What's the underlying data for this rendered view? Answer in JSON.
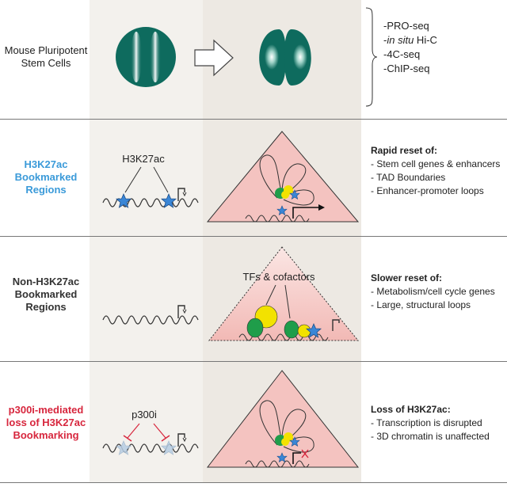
{
  "rows": [
    {
      "label": "Mouse Pluripotent Stem Cells",
      "color": "#222222"
    },
    {
      "label": "H3K27ac Bookmarked Regions",
      "color": "#3a9ad9"
    },
    {
      "label": "Non-H3K27ac Bookmarked Regions",
      "color": "#333333"
    },
    {
      "label": "p300i-mediated loss of H3K27ac Bookmarking",
      "color": "#d7263d"
    }
  ],
  "methods": [
    "-PRO-seq",
    "-in situ Hi-C",
    "-4C-seq",
    "-ChIP-seq"
  ],
  "methods_parts": {
    "italic": "in situ",
    "rest": " Hi-C",
    "dash": "-"
  },
  "panel_labels": {
    "h3k27ac": "H3K27ac",
    "tfs": "TFs & cofactors",
    "p300i": "p300i"
  },
  "outcomes": [
    {
      "heading": "Rapid reset of:",
      "items": [
        "- Stem cell genes & enhancers",
        "- TAD Boundaries",
        "- Enhancer-promoter loops"
      ]
    },
    {
      "heading": "Slower reset of:",
      "items": [
        "- Metabolism/cell cycle genes",
        "- Large, structural loops"
      ]
    },
    {
      "heading": "Loss of H3K27ac:",
      "items": [
        "- Transcription is disrupted",
        "- 3D chromatin is unaffected"
      ]
    }
  ],
  "colors": {
    "cell_teal": "#0e6b5e",
    "star_blue": "#3a86d6",
    "tad_pink": "#f4c3c0",
    "green": "#1f9d4a",
    "yellow": "#f2e200",
    "red": "#d7263d"
  }
}
